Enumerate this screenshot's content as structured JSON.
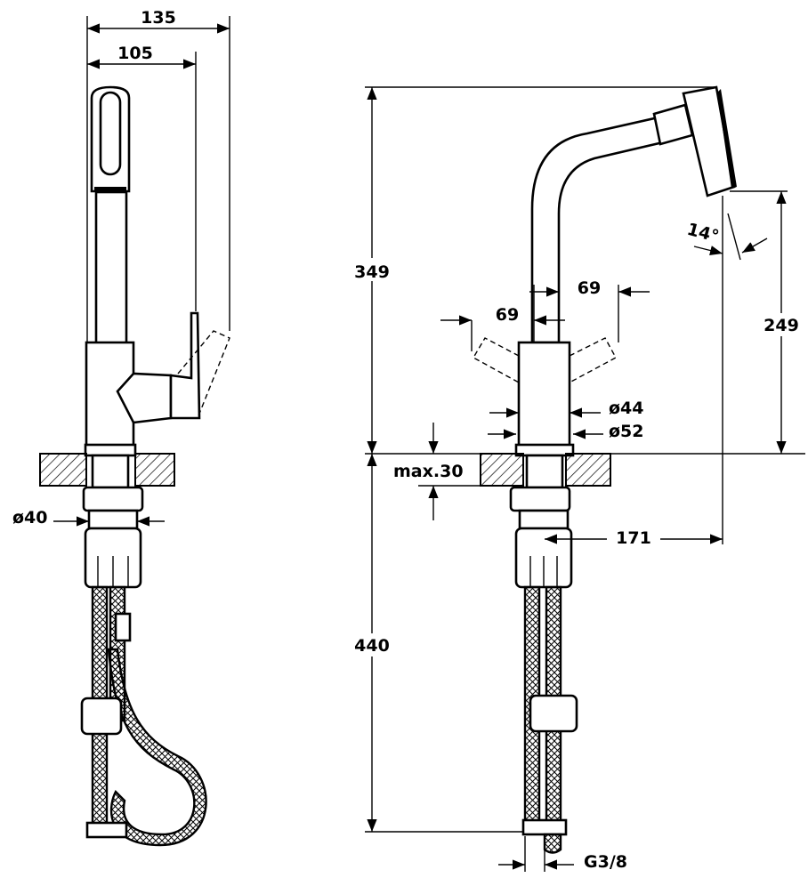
{
  "title": "Pull-out kitchen faucet technical dimension drawing",
  "dimensions": {
    "width_total": "135",
    "width_handle": "105",
    "height_above_counter": "349",
    "handle_swing_left": "69",
    "handle_swing_right": "69",
    "spout_outlet_height": "249",
    "spray_angle": "14°",
    "body_diameter": "ø44",
    "base_diameter": "ø52",
    "max_counter_thickness": "max.30",
    "shank_diameter": "ø40",
    "spout_reach": "171",
    "hose_length": "440",
    "connection_thread": "G3/8"
  },
  "colors": {
    "line": "#000000",
    "background": "#ffffff"
  }
}
